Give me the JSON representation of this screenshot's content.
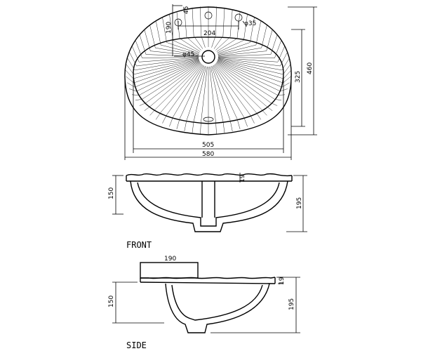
{
  "top_view": {
    "dim_faucet_hole_offset": "45",
    "dim_faucet_spacing": "204",
    "dim_side_hole_dia": "φ35",
    "dim_drain_offset": "190",
    "dim_drain_dia": "φ45",
    "dim_bowl_depth_inner": "325",
    "dim_overall_depth": "460",
    "dim_bowl_width": "505",
    "dim_overall_width": "580"
  },
  "front_view": {
    "dim_rim": "19",
    "dim_height_left": "150",
    "dim_height_right": "195",
    "label": "FRONT"
  },
  "side_view": {
    "dim_top_width": "190",
    "dim_rim": "19",
    "dim_height_left": "150",
    "dim_height_right": "195",
    "label": "SIDE"
  }
}
